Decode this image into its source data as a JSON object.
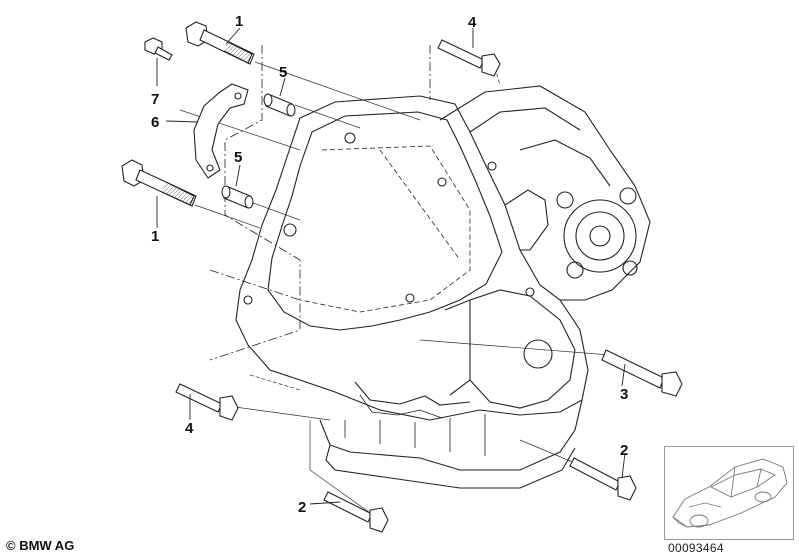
{
  "callouts": {
    "c1a": "1",
    "c1b": "1",
    "c2a": "2",
    "c2b": "2",
    "c3": "3",
    "c4a": "4",
    "c4b": "4",
    "c5a": "5",
    "c5b": "5",
    "c6": "6",
    "c7": "7"
  },
  "footer": {
    "copyright": "© BMW AG",
    "image_number": "00093464"
  }
}
